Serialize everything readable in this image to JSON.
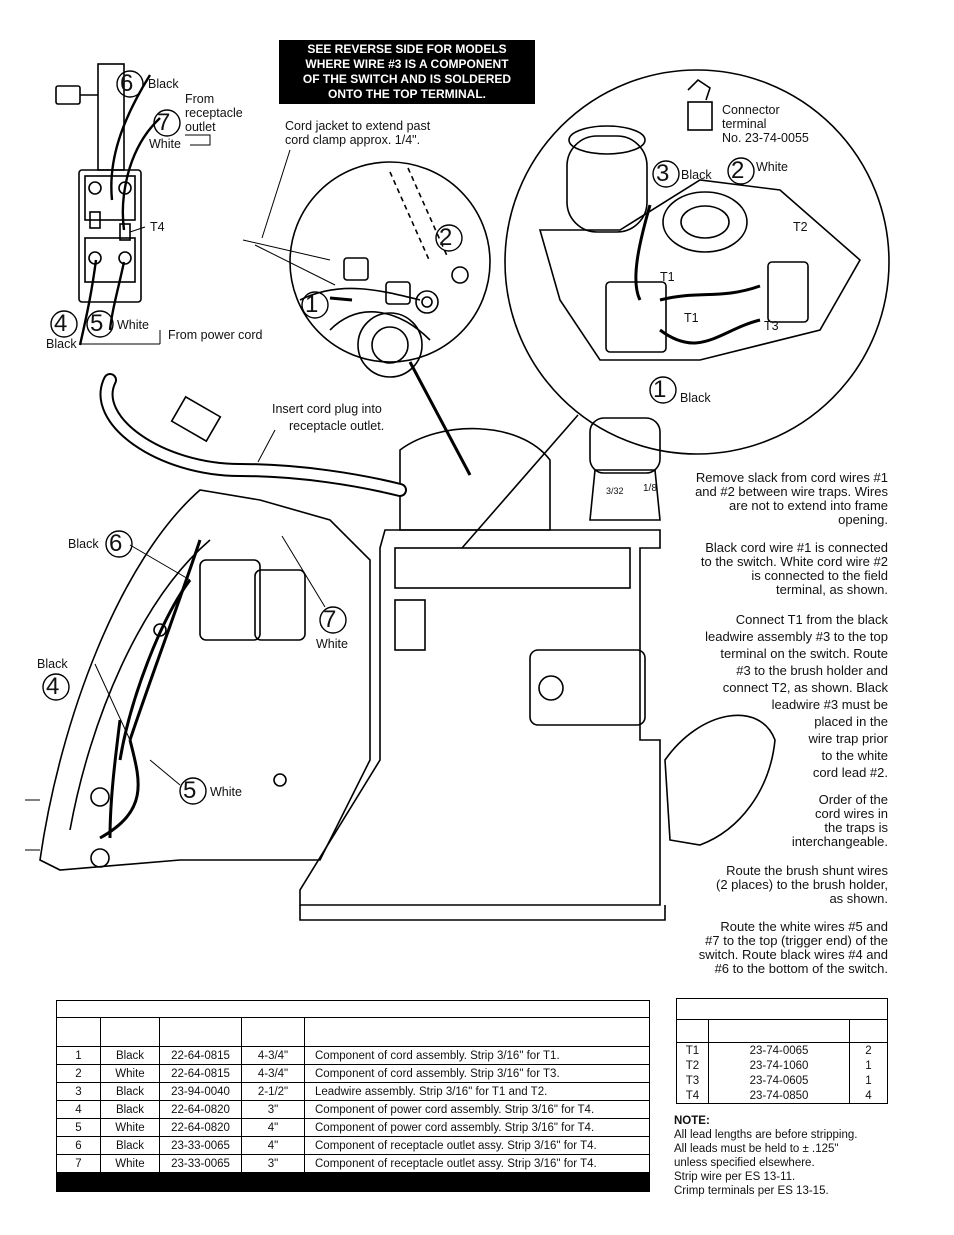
{
  "notice": [
    "SEE REVERSE SIDE FOR MODELS",
    "WHERE WIRE #3 IS A COMPONENT",
    "OF THE SWITCH AND IS SOLDERED",
    "ONTO THE TOP TERMINAL."
  ],
  "labels": {
    "black": "Black",
    "white": "White",
    "from_receptacle": [
      "From",
      "receptacle",
      "outlet"
    ],
    "from_power_cord": "From power cord",
    "t4": "T4",
    "t1": "T1",
    "t2": "T2",
    "t3": "T3",
    "cord_jacket": [
      "Cord jacket to extend past",
      "cord clamp approx. 1/4\"."
    ],
    "connector": [
      "Connector",
      "terminal",
      "No.  23-74-0055"
    ],
    "insert_plug": [
      "Insert cord plug into",
      "receptacle outlet."
    ],
    "dial_a": "3/32",
    "dial_b": "1/8"
  },
  "circles": [
    "1",
    "2",
    "3",
    "4",
    "5",
    "6",
    "7"
  ],
  "instructions": [
    [
      "Remove slack from cord wires #1",
      "and #2 between wire traps. Wires",
      "are not to extend into frame",
      "opening."
    ],
    [
      "Black cord wire #1 is connected",
      "to the switch. White cord wire #2",
      "is connected to  the field",
      "terminal,  as shown."
    ],
    [
      "Connect T1 from the black",
      "leadwire assembly #3 to the top",
      "terminal on the switch. Route",
      "#3 to the brush holder and",
      "connect T2, as shown. Black",
      "leadwire #3 must be",
      "placed in the",
      "wire trap prior",
      "to the white",
      "cord lead #2."
    ],
    [
      "Order of the",
      "cord wires in",
      "the traps is",
      "interchangeable."
    ],
    [
      "Route  the brush shunt wires",
      "(2 places) to the brush holder,",
      "as shown."
    ],
    [
      "Route the white wires #5 and",
      "#7 to the top (trigger end) of the",
      "switch. Route black wires #4 and",
      "#6 to the bottom of the switch."
    ]
  ],
  "wire_table": {
    "rows": [
      [
        "1",
        "Black",
        "22-64-0815",
        "4-3/4\"",
        "Component of cord assembly. Strip 3/16\" for T1."
      ],
      [
        "2",
        "White",
        "22-64-0815",
        "4-3/4\"",
        "Component of cord assembly. Strip 3/16\" for T3."
      ],
      [
        "3",
        "Black",
        "23-94-0040",
        "2-1/2\"",
        "Leadwire assembly. Strip 3/16\" for T1 and T2."
      ],
      [
        "4",
        "Black",
        "22-64-0820",
        "3\"",
        "Component of power cord assembly. Strip 3/16\" for T4."
      ],
      [
        "5",
        "White",
        "22-64-0820",
        "4\"",
        "Component of power cord assembly. Strip 3/16\" for T4."
      ],
      [
        "6",
        "Black",
        "23-33-0065",
        "4\"",
        "Component of receptacle outlet assy. Strip 3/16\" for T4."
      ],
      [
        "7",
        "White",
        "23-33-0065",
        "3\"",
        "Component of receptacle outlet assy. Strip 3/16\" for T4."
      ]
    ]
  },
  "terminal_table": {
    "rows": [
      [
        "T1",
        "23-74-0065",
        "2"
      ],
      [
        "T2",
        "23-74-1060",
        "1"
      ],
      [
        "T3",
        "23-74-0605",
        "1"
      ],
      [
        "T4",
        "23-74-0850",
        "4"
      ]
    ]
  },
  "notes": {
    "heading": "NOTE:",
    "lines": [
      "All lead lengths are before stripping.",
      "All leads must be held to ± .125\"",
      "unless  specified  elsewhere.",
      "Strip wire per ES 13-11.",
      "Crimp terminals per ES 13-15."
    ]
  }
}
